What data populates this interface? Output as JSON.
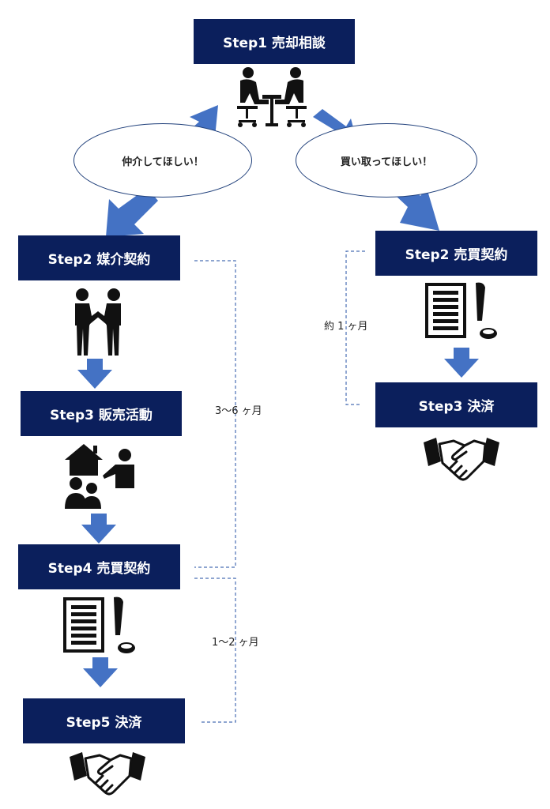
{
  "step1": "Step1  売却相談",
  "branches": {
    "brokerage": "仲介してほしい！",
    "purchase": "買い取ってほしい！"
  },
  "left_flow": {
    "step2": "Step2 媒介契約",
    "step3": "Step3 販売活動",
    "step4": "Step4  売買契約",
    "step5": "Step5  決済",
    "period_a": "3〜6 ヶ月",
    "period_b": "1〜2 ヶ月"
  },
  "right_flow": {
    "step2": "Step2 売買契約",
    "step3": "Step3 決済",
    "period": "約 1 ヶ月"
  },
  "colors": {
    "step_box": "#0b1f5c",
    "arrow": "#4472c4",
    "icon": "#111111",
    "dash": "#4a6fb3"
  }
}
